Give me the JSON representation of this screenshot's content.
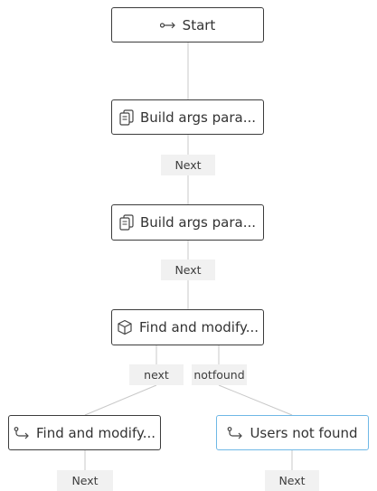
{
  "nodes": {
    "start": {
      "label": "Start",
      "icon": "arrow-right-icon"
    },
    "build_args_1": {
      "label": "Build args para...",
      "icon": "copy-document-icon"
    },
    "build_args_2": {
      "label": "Build args para...",
      "icon": "copy-document-icon"
    },
    "find_modify_main": {
      "label": "Find and modify...",
      "icon": "cube-icon"
    },
    "find_modify_next": {
      "label": "Find and modify...",
      "icon": "return-arrow-icon"
    },
    "users_not_found": {
      "label": "Users not found",
      "icon": "return-arrow-icon",
      "selected": true
    }
  },
  "edges": {
    "build1_next": "Next",
    "build2_next": "Next",
    "find_next": "next",
    "find_notfound": "notfound",
    "left_next": "Next",
    "right_next": "Next"
  },
  "colors": {
    "node_border": "#3c3c3c",
    "selected_border": "#6fb8e6",
    "edge_line": "#c8c8c8",
    "edge_label_bg": "#f1f1f1"
  }
}
